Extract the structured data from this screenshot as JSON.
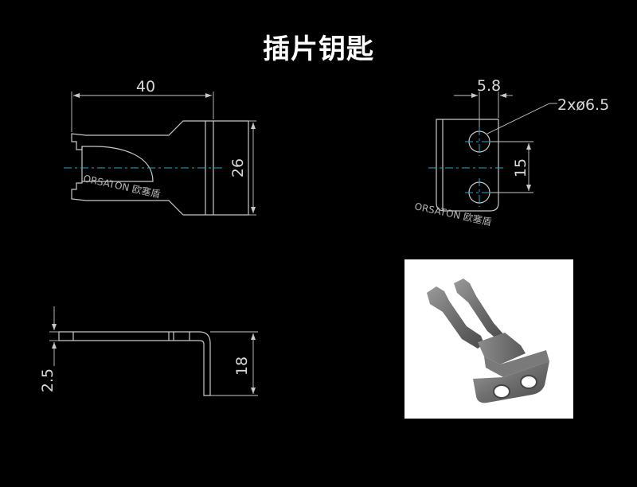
{
  "title": "插片钥匙",
  "dimensions": {
    "front_width": "40",
    "front_height": "26",
    "right_hole_offset": "5.8",
    "right_holes": "2xø6.5",
    "right_hole_spacing": "15",
    "side_thickness": "2.5",
    "side_height": "18"
  },
  "watermark": {
    "text": "ORSATON 欧塞盾"
  },
  "colors": {
    "background": "#000000",
    "lines": "#c8c8c8",
    "centerline": "#2aa8c8",
    "title": "#ffffff"
  }
}
